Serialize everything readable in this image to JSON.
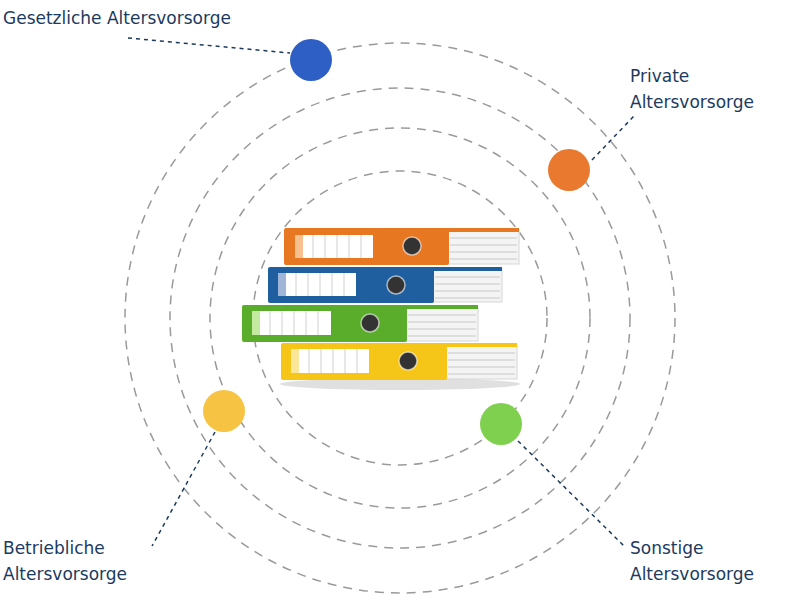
{
  "diagram": {
    "labels": [
      "Gesetzliche Altersvorsorge",
      "Private Altersvorsorge",
      "Betriebliche Altersvorsorge",
      "Sonstige Altersvorsorge"
    ]
  }
}
